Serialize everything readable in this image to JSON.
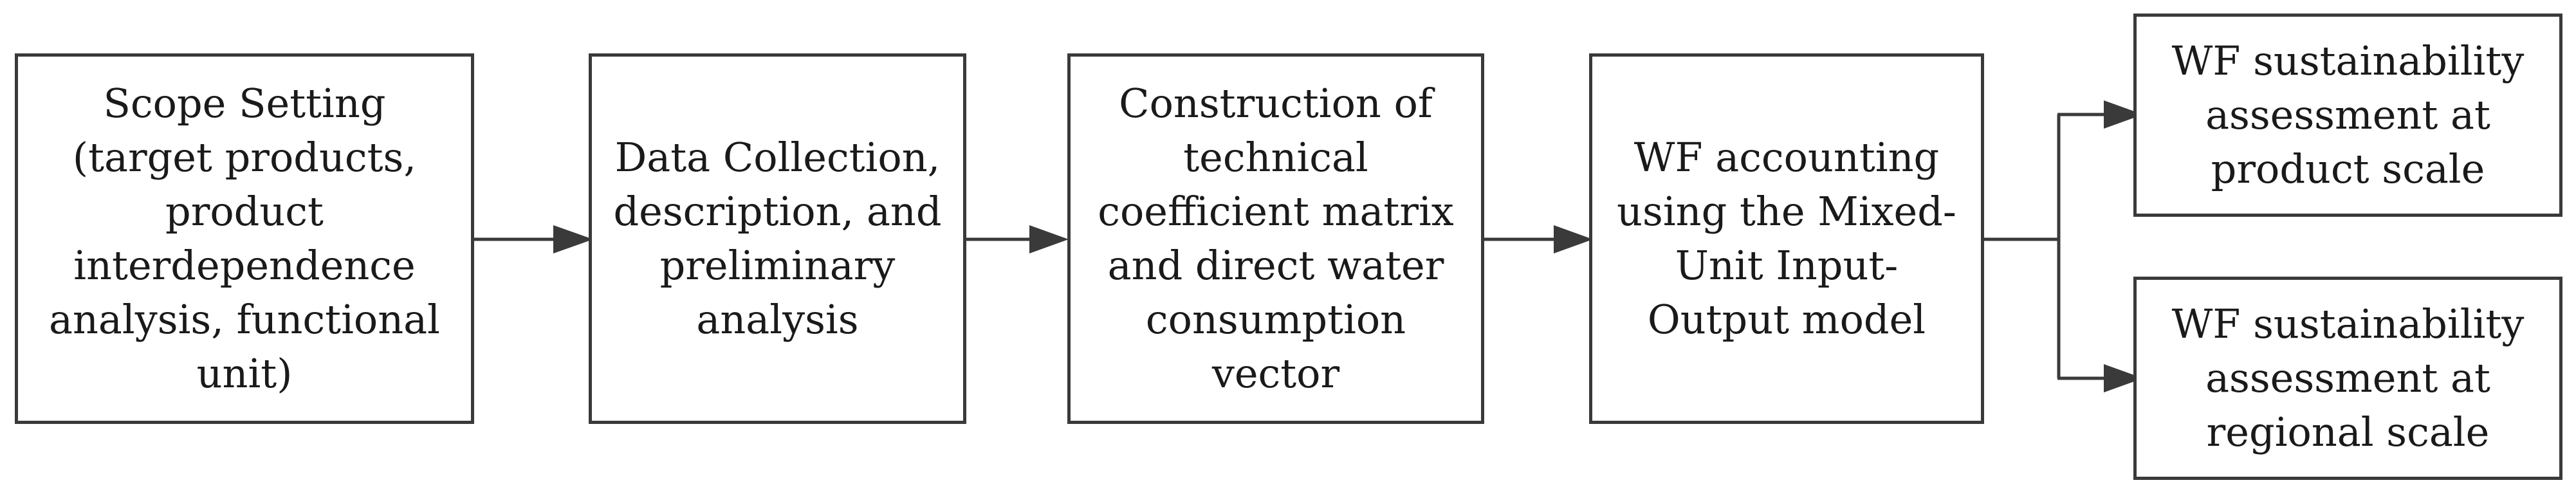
{
  "diagram": {
    "steps": [
      {
        "id": "scope",
        "lines": [
          "Scope Setting",
          "(target products,",
          "product",
          "interdependence",
          "analysis, functional",
          "unit)"
        ]
      },
      {
        "id": "data",
        "lines": [
          "Data Collection,",
          "description, and",
          "preliminary",
          "analysis"
        ]
      },
      {
        "id": "matrix",
        "lines": [
          "Construction of",
          "technical",
          "coefficient matrix",
          "and direct water",
          "consumption",
          "vector"
        ]
      },
      {
        "id": "wf",
        "lines": [
          "WF accounting",
          "using the Mixed-",
          "Unit Input-",
          "Output model"
        ]
      }
    ],
    "outputs": [
      {
        "id": "product",
        "lines": [
          "WF sustainability",
          "assessment at",
          "product scale"
        ]
      },
      {
        "id": "regional",
        "lines": [
          "WF sustainability",
          "assessment at",
          "regional scale"
        ]
      }
    ],
    "colors": {
      "stroke": "#3a3a3a",
      "text": "#1a1a1a"
    }
  }
}
